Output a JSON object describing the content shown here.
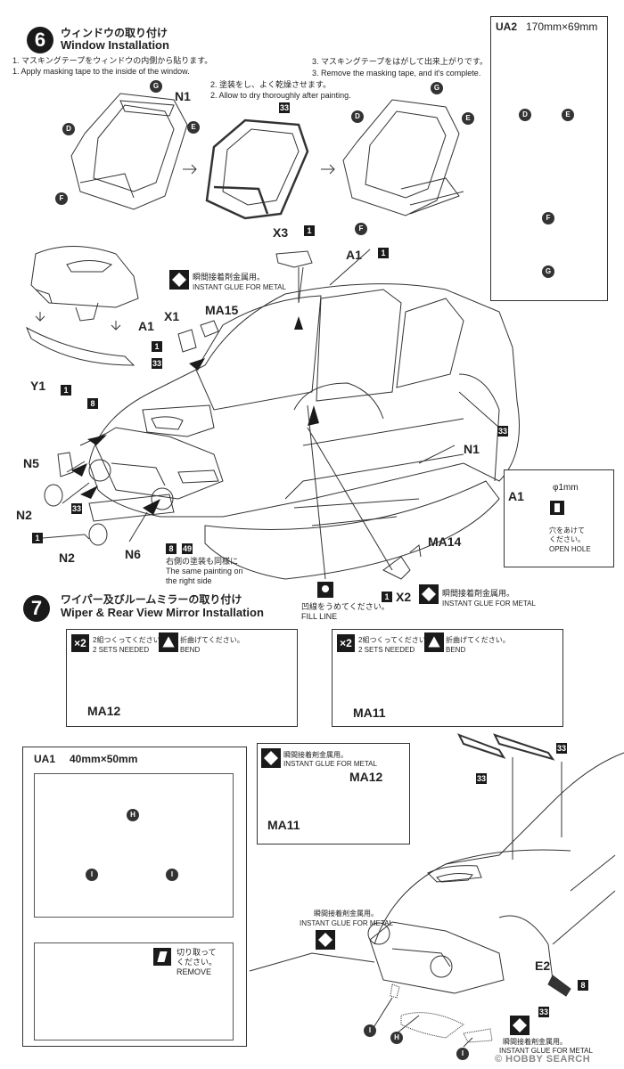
{
  "step6": {
    "num": "6",
    "title_jp": "ウィンドウの取り付け",
    "title_en": "Window Installation",
    "s1_jp": "1. マスキングテープをウィンドウの内側から貼ります。",
    "s1_en": "1. Apply masking tape to the inside of the window.",
    "s2_jp": "2. 塗装をし、よく乾燥させます。",
    "s2_en": "2. Allow to dry thoroughly after painting.",
    "s3_jp": "3. マスキングテープをはがして出来上がりです。",
    "s3_en": "3. Remove the masking tape, and it's complete."
  },
  "labels": {
    "N1": "N1",
    "A1": "A1",
    "X1": "X1",
    "X2": "X2",
    "X3": "X3",
    "MA15": "MA15",
    "MA14": "MA14",
    "MA12": "MA12",
    "MA11": "MA11",
    "Y1": "Y1",
    "N5": "N5",
    "N2": "N2",
    "N6": "N6",
    "E2": "E2",
    "D": "D",
    "E": "E",
    "F": "F",
    "G": "G",
    "H": "H",
    "I": "I"
  },
  "colors": {
    "n1": "1",
    "n8": "8",
    "n33": "33",
    "n49": "49"
  },
  "ua2": {
    "title": "UA2",
    "size": "170mm×69mm"
  },
  "ua1": {
    "title": "UA1",
    "size": "40mm×50mm"
  },
  "glue": {
    "jp": "瞬間接着剤金属用。",
    "en": "INSTANT GLUE FOR METAL"
  },
  "glue2": {
    "jp": "瞬間接着剤金属用。",
    "en": "INSTANT GLUE FOR METAL"
  },
  "same_paint": {
    "jp": "右側の塗装も同様に",
    "en1": "The same painting on",
    "en2": "the right side"
  },
  "fill_line": {
    "jp": "凹線をうめてください。",
    "en": "FILL LINE"
  },
  "hole": {
    "dia": "φ1mm",
    "jp1": "穴をあけて",
    "jp2": "ください。",
    "en": "OPEN HOLE"
  },
  "step7": {
    "num": "7",
    "title_jp": "ワイパー及びルームミラーの取り付け",
    "title_en": "Wiper & Rear View Mirror Installation"
  },
  "box_a": {
    "x2": "×2",
    "sets_jp": "2組つくってください。",
    "sets_en": "2 SETS NEEDED",
    "bend_jp": "折曲げてください。",
    "bend_en": "BEND"
  },
  "box_b": {
    "x2": "×2",
    "sets_jp": "2組つくってください。",
    "sets_en": "2 SETS NEEDED",
    "bend_jp": "折曲げてください。",
    "bend_en": "BEND"
  },
  "remove": {
    "jp1": "切り取って",
    "jp2": "ください。",
    "en": "REMOVE"
  },
  "watermark": "© HOBBY SEARCH"
}
